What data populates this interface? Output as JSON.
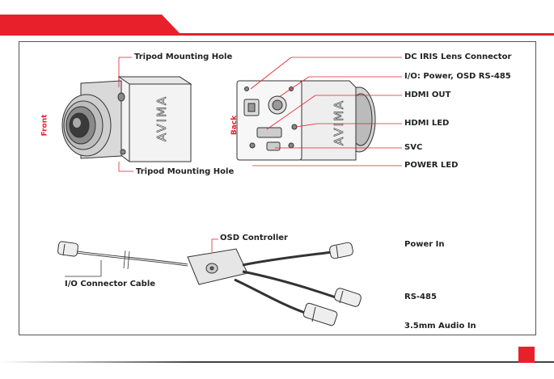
{
  "labels": {
    "tripod_top": "Tripod Mounting Hole",
    "tripod_bottom": "Tripod Mounting Hole",
    "front": "Front",
    "back": "Back",
    "dc_iris": "DC IRIS Lens Connector",
    "io_power": "I/O: Power, OSD RS-485",
    "hdmi_out": "HDMI OUT",
    "hdmi_led": "HDMI LED",
    "svc": "SVC",
    "power_led": "POWER LED",
    "osd_controller": "OSD Controller",
    "io_cable": "I/O Connector Cable",
    "power_in": "Power In",
    "rs485": "RS-485",
    "audio_in": "3.5mm Audio In"
  },
  "colors": {
    "accent": "#e8202b",
    "line": "#333333"
  }
}
